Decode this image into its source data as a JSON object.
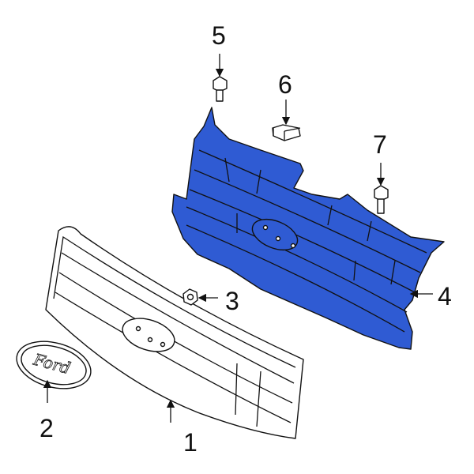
{
  "diagram": {
    "callouts": [
      {
        "number": "1",
        "part": "grille"
      },
      {
        "number": "2",
        "part": "emblem"
      },
      {
        "number": "3",
        "part": "nut"
      },
      {
        "number": "4",
        "part": "grille-insert"
      },
      {
        "number": "5",
        "part": "bolt"
      },
      {
        "number": "6",
        "part": "clip"
      },
      {
        "number": "7",
        "part": "bolt"
      }
    ],
    "emblem_text": "Ford",
    "highlight_color": "#2f5bd3"
  }
}
